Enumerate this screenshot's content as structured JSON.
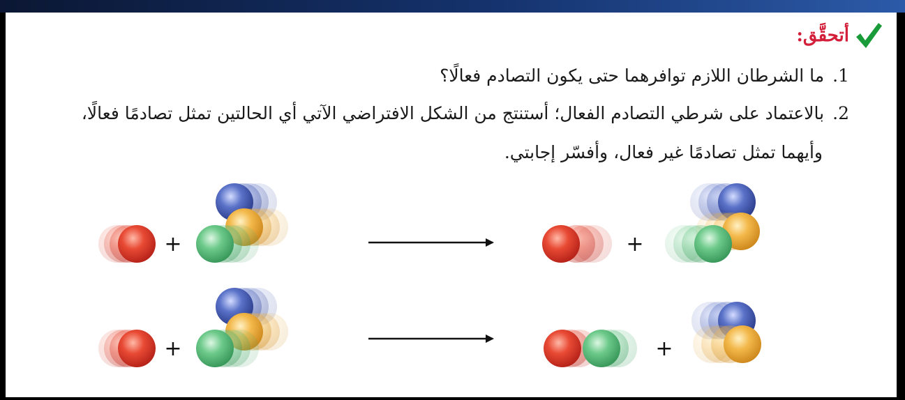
{
  "header": {
    "title": "أتحقَّق:",
    "icon": "check-mark-icon",
    "title_color": "#d41f3a",
    "icon_color": "#1a9b3a"
  },
  "questions": [
    {
      "number": "1.",
      "text": "ما الشرطان اللازم توافرهما حتى يكون التصادم فعالًا؟"
    },
    {
      "number": "2.",
      "lines": [
        "بالاعتماد على شرطي التصادم الفعال؛ أستنتج من الشكل الافتراضي الآتي أي الحالتين تمثل تصادمًا فعالًا،",
        "وأيهما تمثل تصادمًا غير فعال، وأفسّر إجابتي."
      ]
    }
  ],
  "diagram": {
    "plus_sign": "+",
    "colors": {
      "red": "#e03a2a",
      "blue": "#4a62b8",
      "orange": "#f0a83a",
      "green": "#5cbf7a",
      "arrow": "#111111"
    }
  }
}
